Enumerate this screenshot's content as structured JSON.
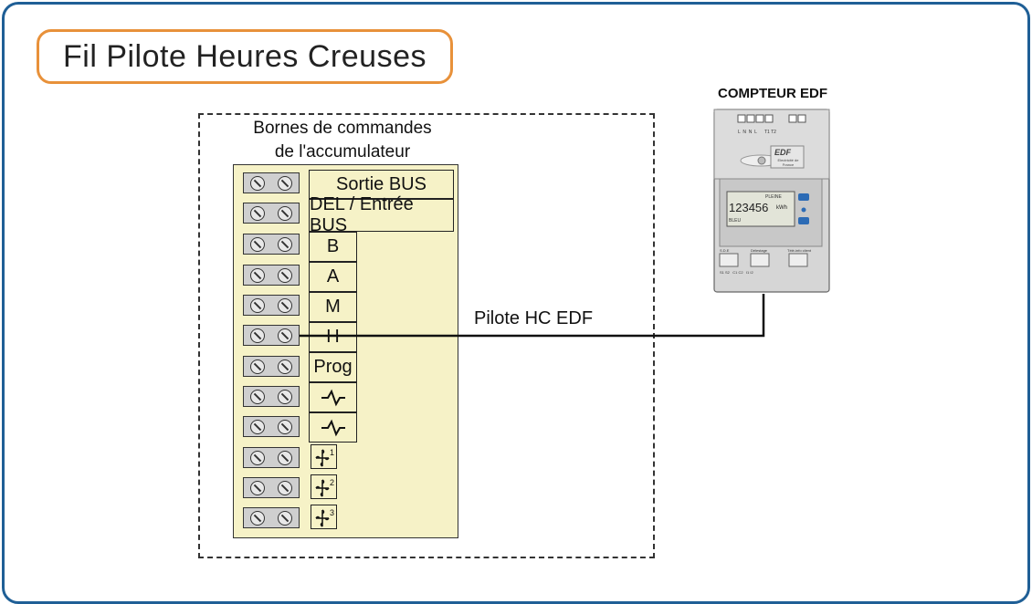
{
  "title": "Fil Pilote Heures Creuses",
  "bornes_title_line1": "Bornes de commandes",
  "bornes_title_line2": "de l'accumulateur",
  "compteur_title": "COMPTEUR EDF",
  "pilote_label": "Pilote HC EDF",
  "meter": {
    "brand": "EDF",
    "brand_sub": "Electricité de France",
    "display_value": "123456",
    "display_unit": "kWh",
    "display_top": "PLEINE",
    "display_bottom": "BLEU",
    "top_labels": "L  N  N  L      T1 T2",
    "bottom_labels": [
      "S.D.E",
      "Délestage",
      "Télé-info client"
    ],
    "terminal_codes": "S1 S2   C1 C2   I1 I2"
  },
  "labels": {
    "sortie_bus": "Sortie BUS",
    "del_entree_bus": "DEL / Entrée BUS",
    "b": "B",
    "a": "A",
    "m": "M",
    "h": "H",
    "prog": "Prog",
    "f1": "1",
    "f2": "2",
    "f3": "3"
  },
  "colors": {
    "frame": "#1f5f96",
    "title_border": "#e8913a",
    "panel": "#f6f2c7"
  }
}
